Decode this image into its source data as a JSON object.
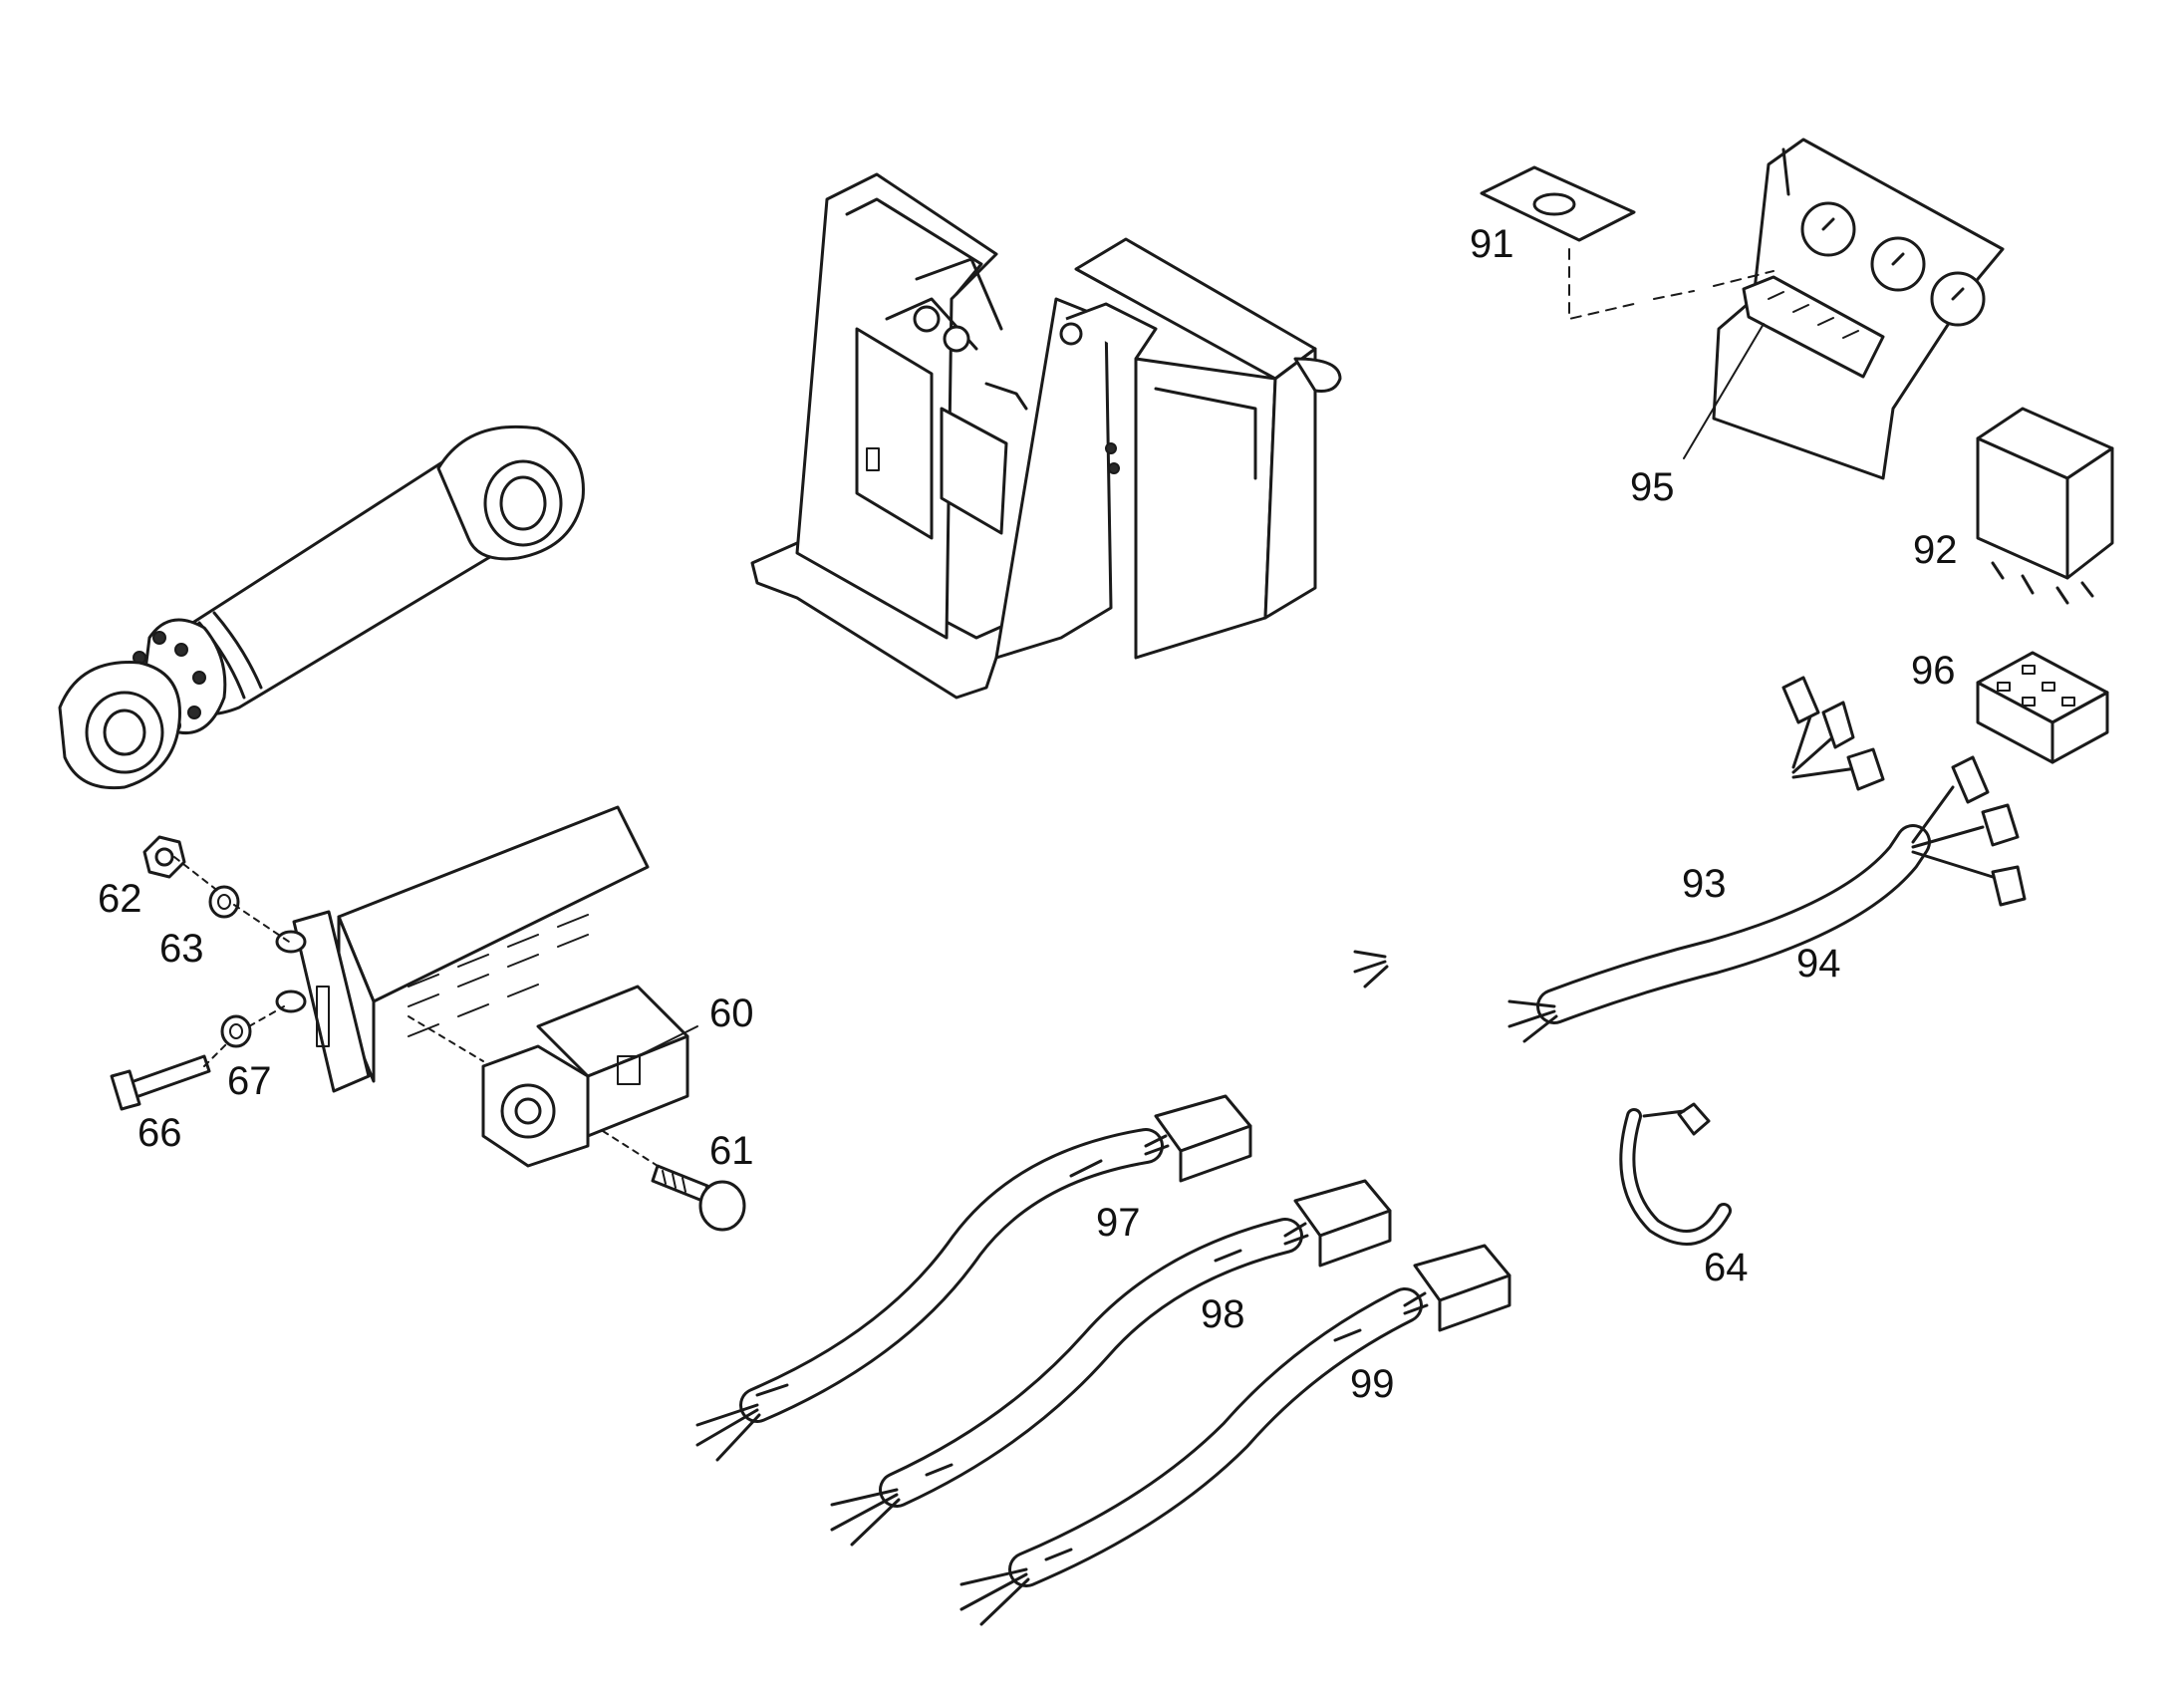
{
  "diagram": {
    "callouts": [
      {
        "id": "c60",
        "text": "60"
      },
      {
        "id": "c61",
        "text": "61"
      },
      {
        "id": "c62",
        "text": "62"
      },
      {
        "id": "c63",
        "text": "63"
      },
      {
        "id": "c64",
        "text": "64"
      },
      {
        "id": "c66",
        "text": "66"
      },
      {
        "id": "c67",
        "text": "67"
      },
      {
        "id": "c91",
        "text": "91"
      },
      {
        "id": "c92",
        "text": "92"
      },
      {
        "id": "c93",
        "text": "93"
      },
      {
        "id": "c94",
        "text": "94"
      },
      {
        "id": "c95",
        "text": "95"
      },
      {
        "id": "c96",
        "text": "96"
      },
      {
        "id": "c97",
        "text": "97"
      },
      {
        "id": "c98",
        "text": "98"
      },
      {
        "id": "c99",
        "text": "99"
      }
    ]
  }
}
